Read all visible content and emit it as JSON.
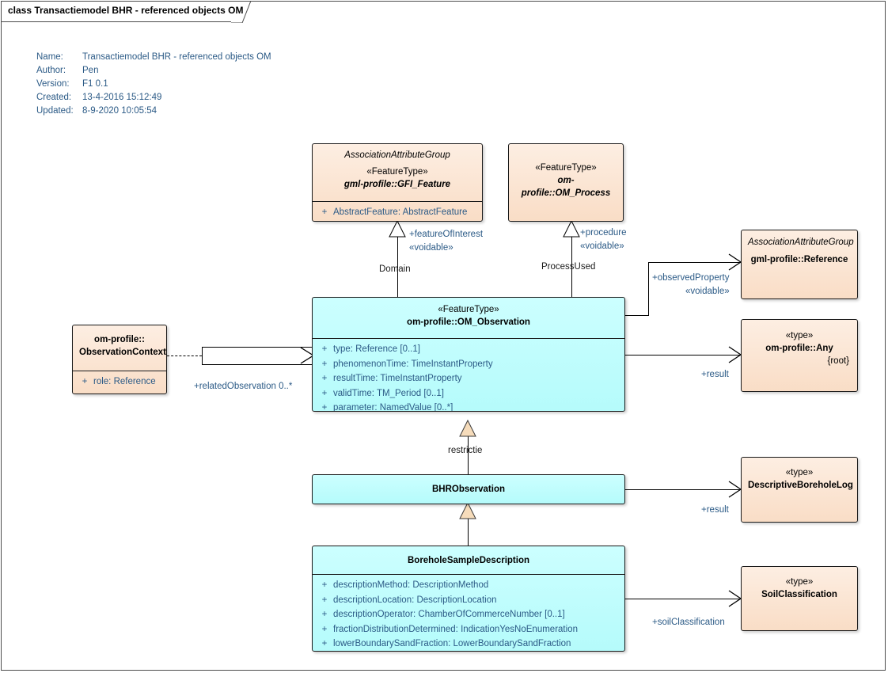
{
  "frame": {
    "title": "class Transactiemodel BHR - referenced objects OM"
  },
  "meta": {
    "rows": [
      {
        "label": "Name:",
        "value": "Transactiemodel BHR - referenced objects OM"
      },
      {
        "label": "Author:",
        "value": "Pen"
      },
      {
        "label": "Version:",
        "value": "F1 0.1"
      },
      {
        "label": "Created:",
        "value": "13-4-2016 15:12:49"
      },
      {
        "label": "Updated:",
        "value": "8-9-2020 10:05:54"
      }
    ]
  },
  "colors": {
    "peach_fill": "#f9ddc6",
    "cyan_fill": "#b5fbfb",
    "border": "#1a1a1a",
    "text_blue": "#2b5a86",
    "line": "#000000",
    "triangle_fill": "#f6dcbb"
  },
  "classes": {
    "gfi_feature": {
      "assoc_group": "AssociationAttributeGroup",
      "stereotype": "«FeatureType»",
      "name": "gml-profile::GFI_Feature",
      "attributes": [
        {
          "vis": "+",
          "text": "AbstractFeature: AbstractFeature"
        }
      ]
    },
    "om_process": {
      "stereotype": "«FeatureType»",
      "name": "om-profile::OM_Process"
    },
    "reference": {
      "assoc_group": "AssociationAttributeGroup",
      "name": "gml-profile::Reference"
    },
    "any": {
      "stereotype": "«type»",
      "name": "om-profile::Any",
      "root_tag": "{root}"
    },
    "observation_context": {
      "name_line1": "om-profile::",
      "name_line2": "ObservationContext",
      "attributes": [
        {
          "vis": "+",
          "text": "role: Reference"
        }
      ]
    },
    "om_observation": {
      "stereotype": "«FeatureType»",
      "name": "om-profile::OM_Observation",
      "attributes": [
        {
          "vis": "+",
          "text": "type: Reference [0..1]"
        },
        {
          "vis": "+",
          "text": "phenomenonTime: TimeInstantProperty"
        },
        {
          "vis": "+",
          "text": "resultTime: TimeInstantProperty"
        },
        {
          "vis": "+",
          "text": "validTime: TM_Period [0..1]"
        },
        {
          "vis": "+",
          "text": "parameter: NamedValue [0..*]"
        }
      ]
    },
    "bhr_observation": {
      "name": "BHRObservation"
    },
    "descriptive_borehole_log": {
      "stereotype": "«type»",
      "name": "DescriptiveBoreholeLog"
    },
    "borehole_sample_description": {
      "name": "BoreholeSampleDescription",
      "attributes": [
        {
          "vis": "+",
          "text": "descriptionMethod: DescriptionMethod"
        },
        {
          "vis": "+",
          "text": "descriptionLocation: DescriptionLocation"
        },
        {
          "vis": "+",
          "text": "descriptionOperator: ChamberOfCommerceNumber [0..1]"
        },
        {
          "vis": "+",
          "text": "fractionDistributionDetermined: IndicationYesNoEnumeration"
        },
        {
          "vis": "+",
          "text": "lowerBoundarySandFraction: LowerBoundarySandFraction"
        }
      ]
    },
    "soil_classification": {
      "stereotype": "«type»",
      "name": "SoilClassification"
    }
  },
  "connectors": {
    "feature_of_interest": {
      "role": "+featureOfInterest",
      "stereotype": "«voidable»",
      "name": "Domain"
    },
    "procedure": {
      "role": "+procedure",
      "stereotype": "«voidable»",
      "name": "ProcessUsed"
    },
    "observed_property": {
      "role": "+observedProperty",
      "stereotype": "«voidable»"
    },
    "result_any": {
      "role": "+result"
    },
    "related_observation": {
      "role": "+relatedObservation 0..*"
    },
    "restrictie": {
      "name": "restrictie"
    },
    "result_log": {
      "role": "+result"
    },
    "soil_classification_link": {
      "role": "+soilClassification"
    }
  }
}
